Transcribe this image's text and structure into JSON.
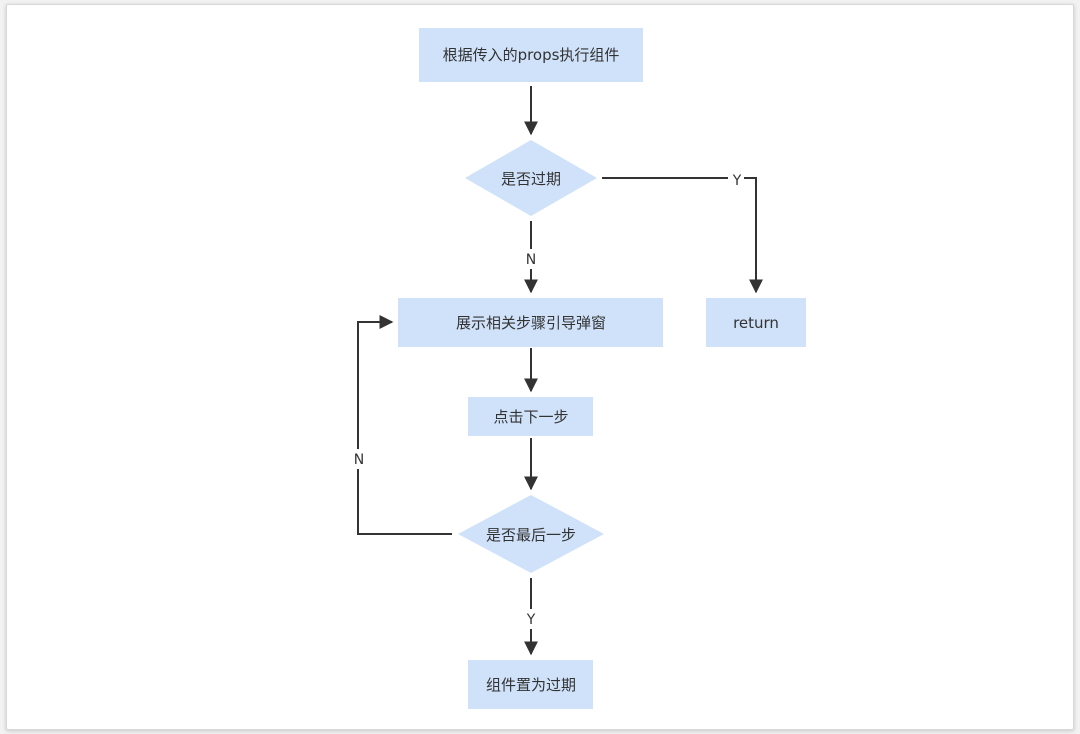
{
  "colors": {
    "node_fill": "#cfe2f9",
    "line": "#333333",
    "text": "#333333",
    "card_bg": "#ffffff"
  },
  "nodes": {
    "start": "根据传入的props执行组件",
    "expired_check": "是否过期",
    "show_popup": "展示相关步骤引导弹窗",
    "return": "return",
    "click_next": "点击下一步",
    "last_step_check": "是否最后一步",
    "set_expired": "组件置为过期"
  },
  "edges": {
    "expired_yes": "Y",
    "expired_no": "N",
    "last_no": "N",
    "last_yes": "Y"
  }
}
